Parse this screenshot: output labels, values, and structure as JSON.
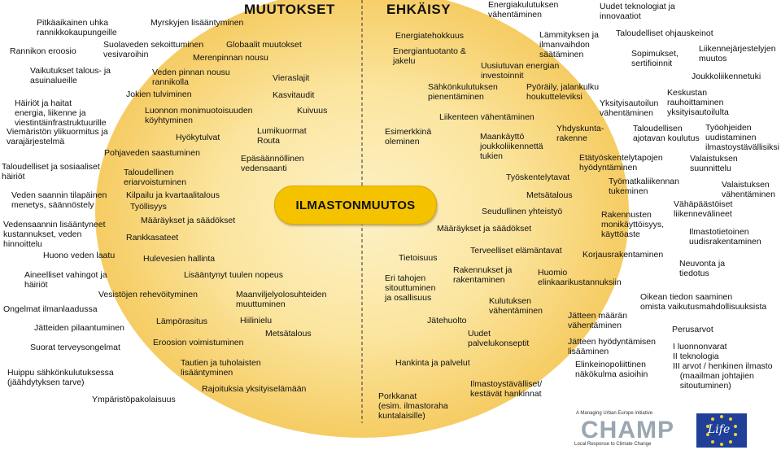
{
  "headers": {
    "left": "MUUTOKSET",
    "right": "EHKÄISY"
  },
  "center": "ILMASTONMUUTOS",
  "labels": {
    "l_pitkaaikainen": "Pitkäaikainen uhka\nrannikkokaupungeille",
    "l_myrsky": "Myrskyjen lisääntyminen",
    "l_rannikon": "Rannikon eroosio",
    "l_suolavesi": "Suolaveden sekoittuminen\nvesivaroihin",
    "l_globaalit": "Globaalit muutokset",
    "l_merenpinta": "Merenpinnan nousu",
    "l_vaikutukset": "Vaikutukset talous- ja\nasuinalueille",
    "l_veden_pinta": "Veden pinnan nousu\nrannikolla",
    "l_vieraslajit": "Vieraslajit",
    "l_jokien": "Jokien tulviminen",
    "l_kasvitaudit": "Kasvitaudit",
    "l_hairiot_energia": "Häiriöt ja haitat\nenergia, liikenne ja\nviestintäinfrastruktuurille",
    "l_luonnon": "Luonnon monimuotoisuuden\nköyhtyminen",
    "l_kuivuus": "Kuivuus",
    "l_viemaristo": "Viemäristön ylikuormitus ja\nvarajärjestelmä",
    "l_hyotytulvat": "Hyökytulvat",
    "l_lumikuormat": "Lumikuormat\nRouta",
    "l_pohjavesi": "Pohjaveden saastuminen",
    "l_epasaannollinen": "Epäsäännöllinen\nvedensaanti",
    "l_taloudelliset_sos": "Taloudelliset ja sosiaaliset\nhäiriöt",
    "l_tal_eriarvo": "Taloudellinen\neriarvoistuminen",
    "l_veden_saanti": "Veden saannin tilapäinen\nmenetys, säännöstely",
    "l_kilpailu": "Kilpailu ja kvartaalitalous",
    "l_tyollisyys": "Työllisyys",
    "l_vedensaannin": "Vedensaannin lisääntyneet\nkustannukset, veden\nhinnoittelu",
    "l_maaraykset_left": "Määräykset ja säädökset",
    "l_rankkasateet": "Rankkasateet",
    "l_huono_veden": "Huono veden laatu",
    "l_hulevedet": "Hulevesien hallinta",
    "l_aineelliset": "Aineelliset vahingot ja\nhäiriöt",
    "l_tuulen": "Lisääntynyt tuulen nopeus",
    "l_vesistojen": "Vesistöjen rehevöityminen",
    "l_maanviljely": "Maanviljelyolosuhteiden\nmuuttuminen",
    "l_ilmanlaatu": "Ongelmat ilmanlaadussa",
    "l_lamporasitus": "Lämpörasitus",
    "l_hiilinielu": "Hiilinielu",
    "l_jatteiden": "Jätteiden pilaantuminen",
    "l_metsatalous_left": "Metsätalous",
    "l_eroosion": "Eroosion voimistuminen",
    "l_terveys": "Suorat terveysongelmat",
    "l_tautien": "Tautien ja tuholaisten\nlisääntyminen",
    "l_huippu": "Huippu sähkönkulutuksessa\n(jäähdytyksen tarve)",
    "l_rajoituksia": "Rajoituksia yksityiselämään",
    "l_ymparistopakolaisuus": "Ympäristöpakolaisuus",
    "r_energiatehokkuus": "Energiatehokkuus",
    "r_energiakulutuksen": "Energiakulutuksen\nvähentäminen",
    "r_uudet_teknologiat": "Uudet teknologiat ja\ninnovaatiot",
    "r_lammityksen": "Lämmityksen ja\nilmanvaihdon\nsäätäminen",
    "r_taloudelliset_ohjaus": "Taloudelliset ohjauskeinot",
    "r_energiantuotanto": "Energiantuotanto &\njakelu",
    "r_sopimukset": "Sopimukset,\nsertifioinnit",
    "r_liikennejarjestelyjen": "Liikennejärjestelyjen\nmuutos",
    "r_uusiutuva": "Uusiutuvan energian\ninvestoinnit",
    "r_joukkoliikenneetuudet": "Joukkoliikennetuki",
    "r_sahkonkulutuksen": "Sähkönkulutuksen\npienentäminen",
    "r_pyoraily": "Pyöräily, jalankulku\nhoukutteleviksi",
    "r_keskustan": "Keskustan\nrauhoittaminen\nyksityisautoilulta",
    "r_yksityisautoilun": "Yksityisautoilun\nvähentäminen",
    "r_liikenteen": "Liikenteen vähentäminen",
    "r_yhdyskunta": "Yhdyskunta-\nrakenne",
    "r_taloudellisen_koulutus": "Taloudellisen\najotavan koulutus",
    "r_tyohjeiden": "Työohjeiden\nuudistaminen\nilmastoystävällisiksi",
    "r_esimerkkina": "Esimerkkinä\noleminen",
    "r_maankaytto": "Maankäyttö\njoukkoliikennettä\ntukien",
    "r_etatyo": "Etätyöskentelytapojen\nhyödyntäminen",
    "r_valaistuksen_suun": "Valaistuksen\nsuunnittelu",
    "r_tyoskentelytavat": "Työskentelytavat",
    "r_tyomatka": "Työmatkaliikennan\ntukeminen",
    "r_valaistuksen_vah": "Valaistuksen\nvähentäminen",
    "r_metsatalous_right": "Metsätalous",
    "r_vahapaastoiset": "Vähäpäästöiset\nliikennevälineet",
    "r_seudullinen": "Seudullinen yhteistyö",
    "r_rakennusten": "Rakennusten\nmonikäyttöisyys,\nkäyttöaste",
    "r_maaraykset_right": "Määräykset ja säädökset",
    "r_ilmastotietoinen": "Ilmastotietoinen\nuudisrakentaminen",
    "r_terveelliset": "Terveelliset elämäntavat",
    "r_korjausrakentaminen": "Korjausrakentaminen",
    "r_tietoisuus": "Tietoisuus",
    "r_neuvonta": "Neuvonta ja\ntiedotus",
    "r_rakennukset_rak": "Rakennukset ja\nrakentaminen",
    "r_eri_tahojen": "Eri tahojen\nsitouttuminen\nja osallisuus",
    "r_huomio": "Huomio\nelinkaarikustannuksiin",
    "r_oikean_tiedon": "Oikean tiedon saaminen\nomista vaikutusmahdollisuuksista",
    "r_kulutuksen": "Kulutuksen\nvähentäminen",
    "r_jatteen_maaran": "Jätteen määrän\nvähentäminen",
    "r_jatehuolto": "Jätehuolto",
    "r_perusarvot": "Perusarvot",
    "r_uudet_palvelu": "Uudet\npalvelukonseptit",
    "r_jatteen_hyod": "Jätteen hyödyntämisen\nlisääminen",
    "r_i_luonnonvarat": "I luonnonvarat\nII teknologia\nIII arvot / henkinen ilmasto\n   (maailman johtajien\n   sitoutuminen)",
    "r_elinkeinopoliittinen": "Elinkeinopoliittinen\nnäkökulma asioihin",
    "r_hankinta": "Hankinta ja palvelut",
    "r_ilmastoystavalliset": "Ilmastoystävälliset/\nkestävät hankinnat",
    "r_porkkanat": "Porkkanat\n(esim. ilmastoraha\nkuntalaisille)"
  },
  "logos": {
    "champ_tagline": "A Managing Urban Europe initiative",
    "champ_word": "CHAMP",
    "champ_sub": "Local Response to Climate Change",
    "eu_text": "Life"
  },
  "colors": {
    "circle_center": "#fbe39a",
    "circle_edge": "#f6cf6a",
    "pill": "#f5c200",
    "eu_blue": "#1f3f99"
  }
}
